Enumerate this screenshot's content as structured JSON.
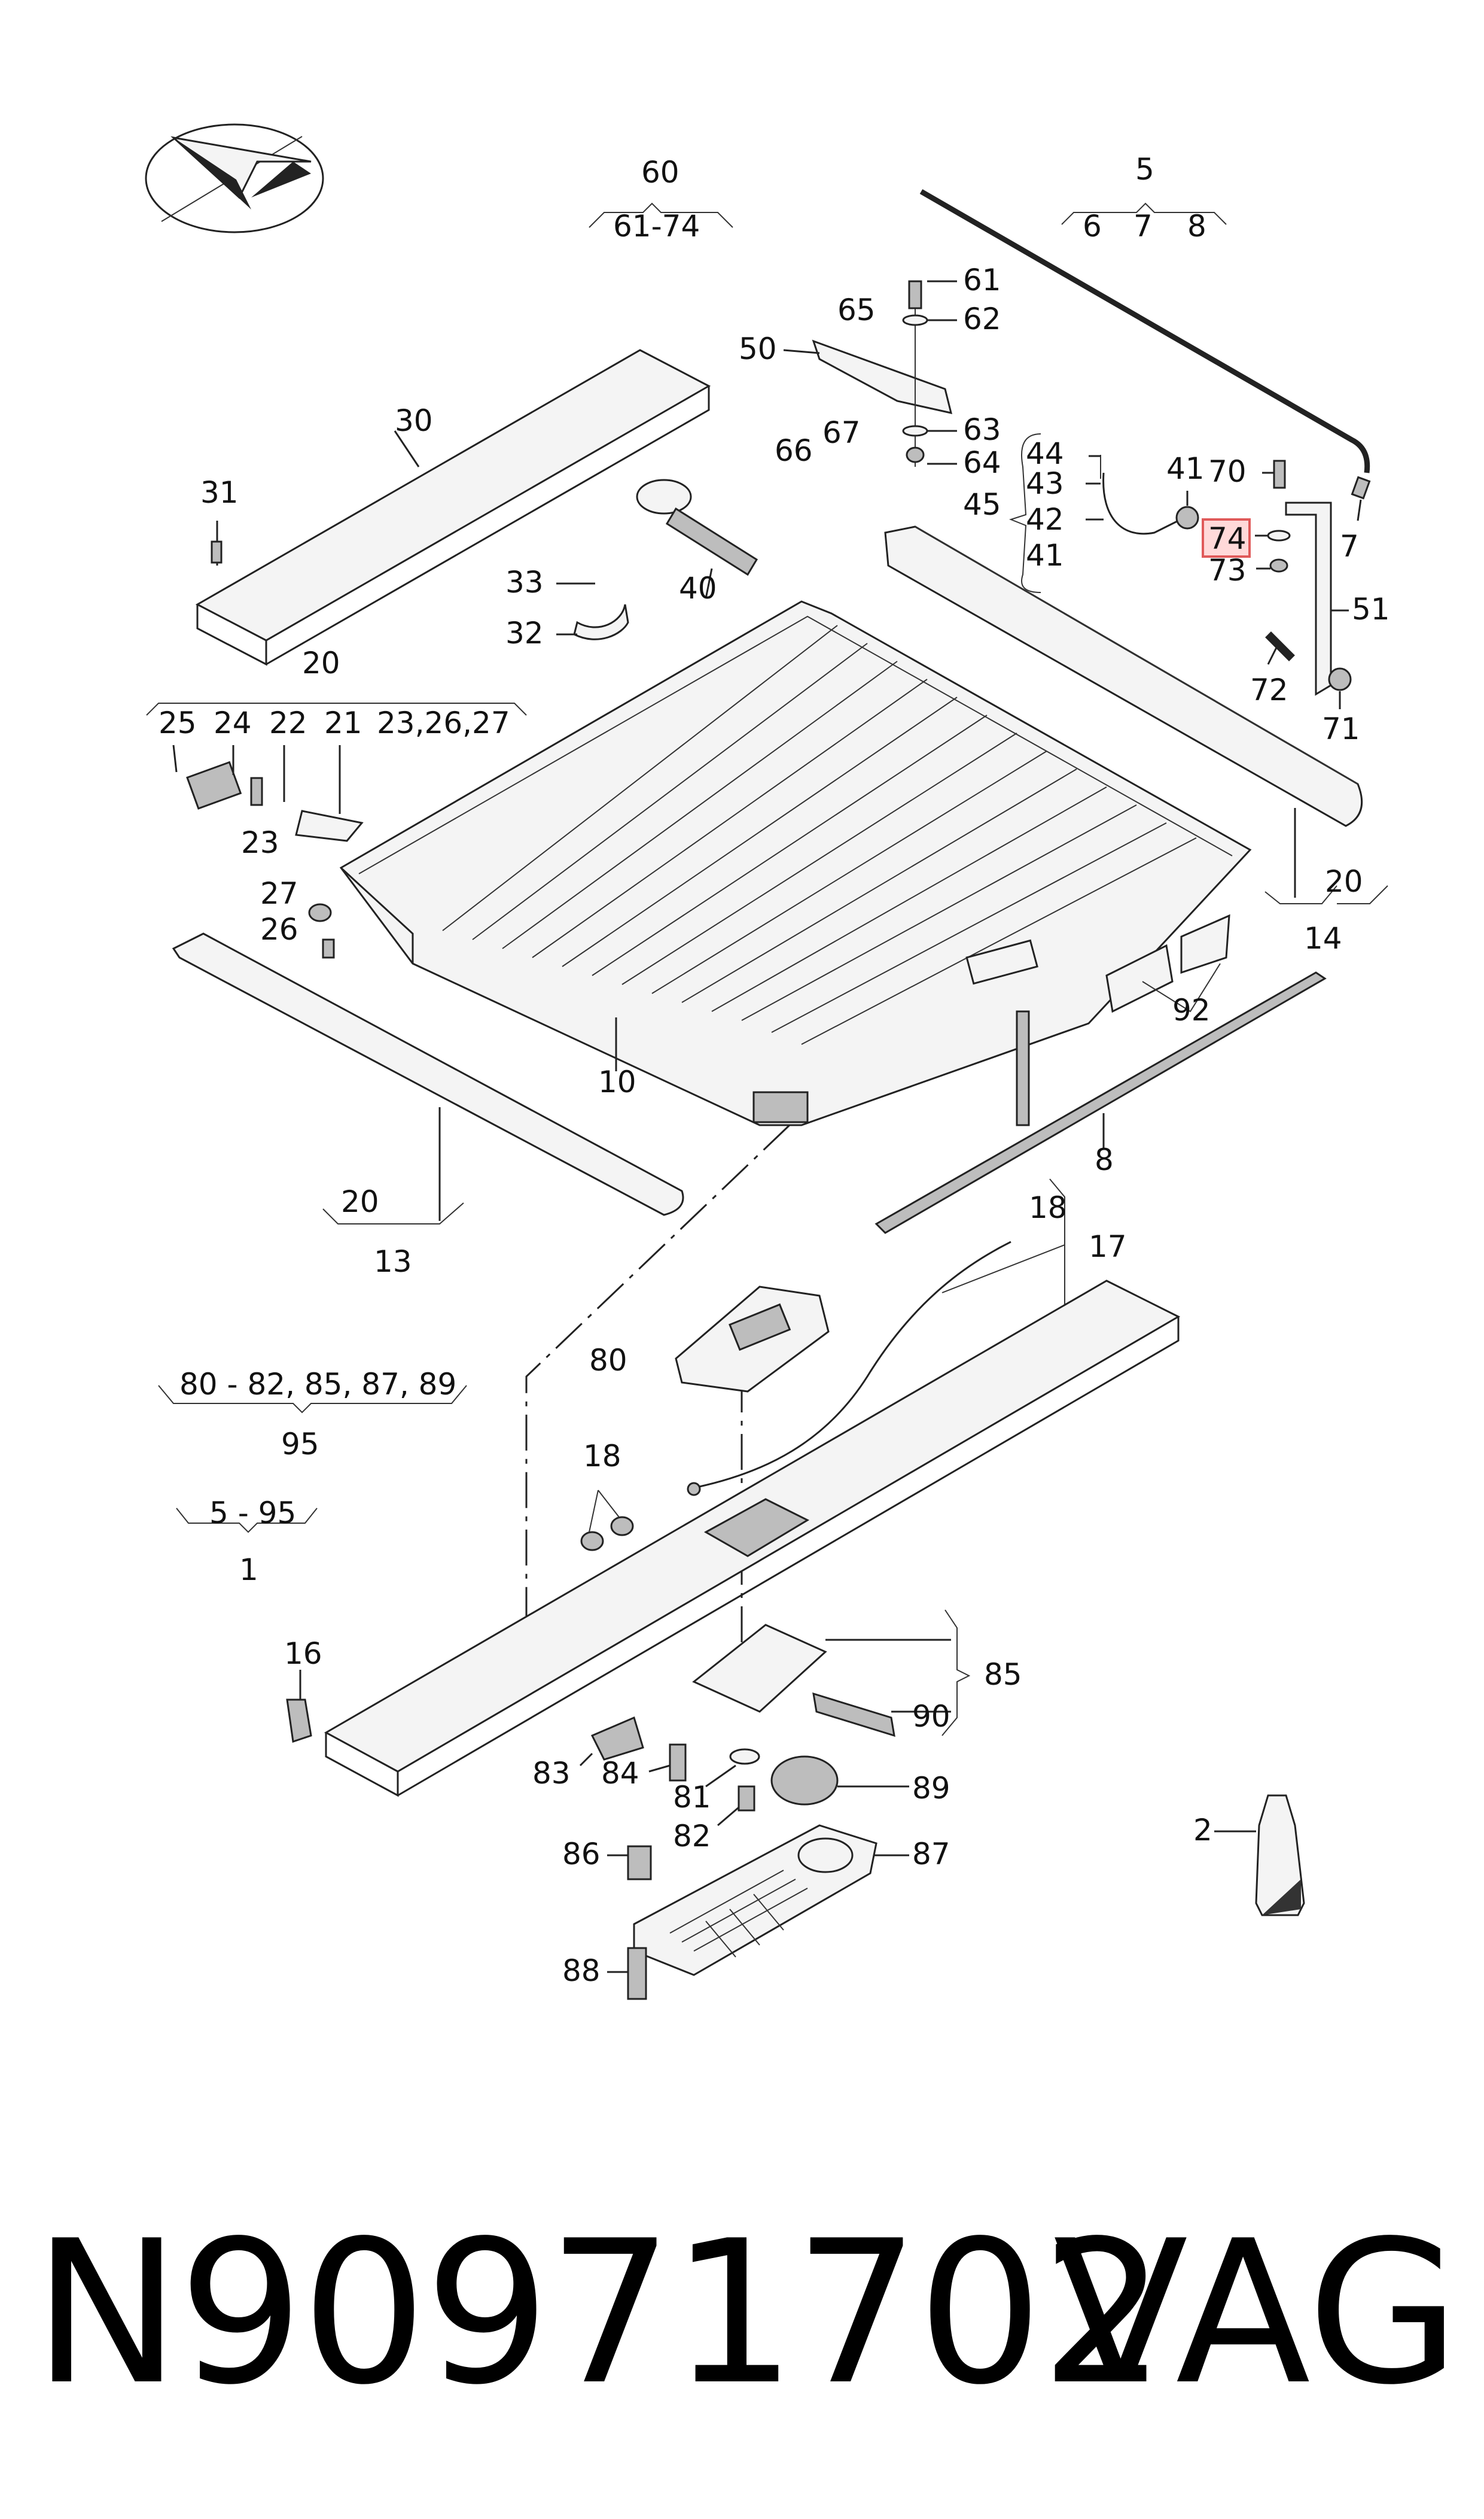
{
  "footer": {
    "part_number": "N90971702",
    "brand": "VAG"
  },
  "highlight": {
    "label": "74",
    "color": "#e05a5a"
  },
  "labels": {
    "l1": "1",
    "l2": "2",
    "l5": "5",
    "l6": "6",
    "l7a": "7",
    "l8a": "8",
    "l7b": "7",
    "l8b": "8",
    "l10": "10",
    "l13": "13",
    "l14": "14",
    "l16": "16",
    "l17": "17",
    "l18a": "18",
    "l18b": "18",
    "l20a": "20",
    "l20b": "20",
    "l20c": "20",
    "l21": "21",
    "l22": "22",
    "l23a": "23",
    "l23b": "23,26,27",
    "l24": "24",
    "l25": "25",
    "l26": "26",
    "l27": "27",
    "l30": "30",
    "l31": "31",
    "l32": "32",
    "l33": "33",
    "l40": "40",
    "l41a": "41",
    "l41b": "41",
    "l42": "42",
    "l43": "43",
    "l44": "44",
    "l45": "45",
    "l50": "50",
    "l51": "51",
    "l60": "60",
    "l61_74": "61-74",
    "l61": "61",
    "l62": "62",
    "l63": "63",
    "l64": "64",
    "l65": "65",
    "l66": "66",
    "l67": "67",
    "l70": "70",
    "l71": "71",
    "l72": "72",
    "l73": "73",
    "l74": "74",
    "l80": "80",
    "l80_89": "80 - 82, 85, 87, 89",
    "l95": "95",
    "l5_95": "5 - 95",
    "l81": "81",
    "l82": "82",
    "l83": "83",
    "l84": "84",
    "l85": "85",
    "l86": "86",
    "l87": "87",
    "l88": "88",
    "l89": "89",
    "l90": "90",
    "l92": "92"
  }
}
